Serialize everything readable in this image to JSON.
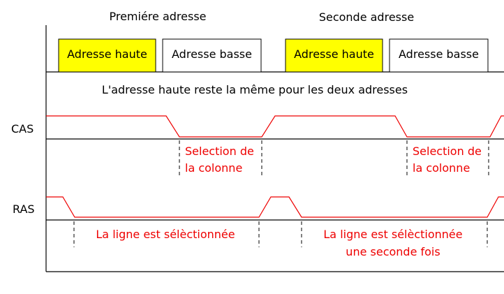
{
  "headers": {
    "first": "Premiére adresse",
    "second": "Seconde adresse"
  },
  "boxes": {
    "high_label": "Adresse haute",
    "low_label": "Adresse basse",
    "high_color": "#ffff00",
    "low_color": "#ffffff"
  },
  "note": "L'adresse haute reste la même pour les deux adresses",
  "signals": {
    "cas": "CAS",
    "ras": "RAS"
  },
  "annotations": {
    "column_select_line1": "Selection de",
    "column_select_line2": "la colonne",
    "row_selected": "La ligne est sélèctionnée",
    "row_selected_again_line1": "La ligne est sélèctionnée",
    "row_selected_again_line2": "une seconde fois"
  },
  "colors": {
    "signal": "#ee0000",
    "annotation": "#ee0000",
    "axis": "#000000"
  }
}
